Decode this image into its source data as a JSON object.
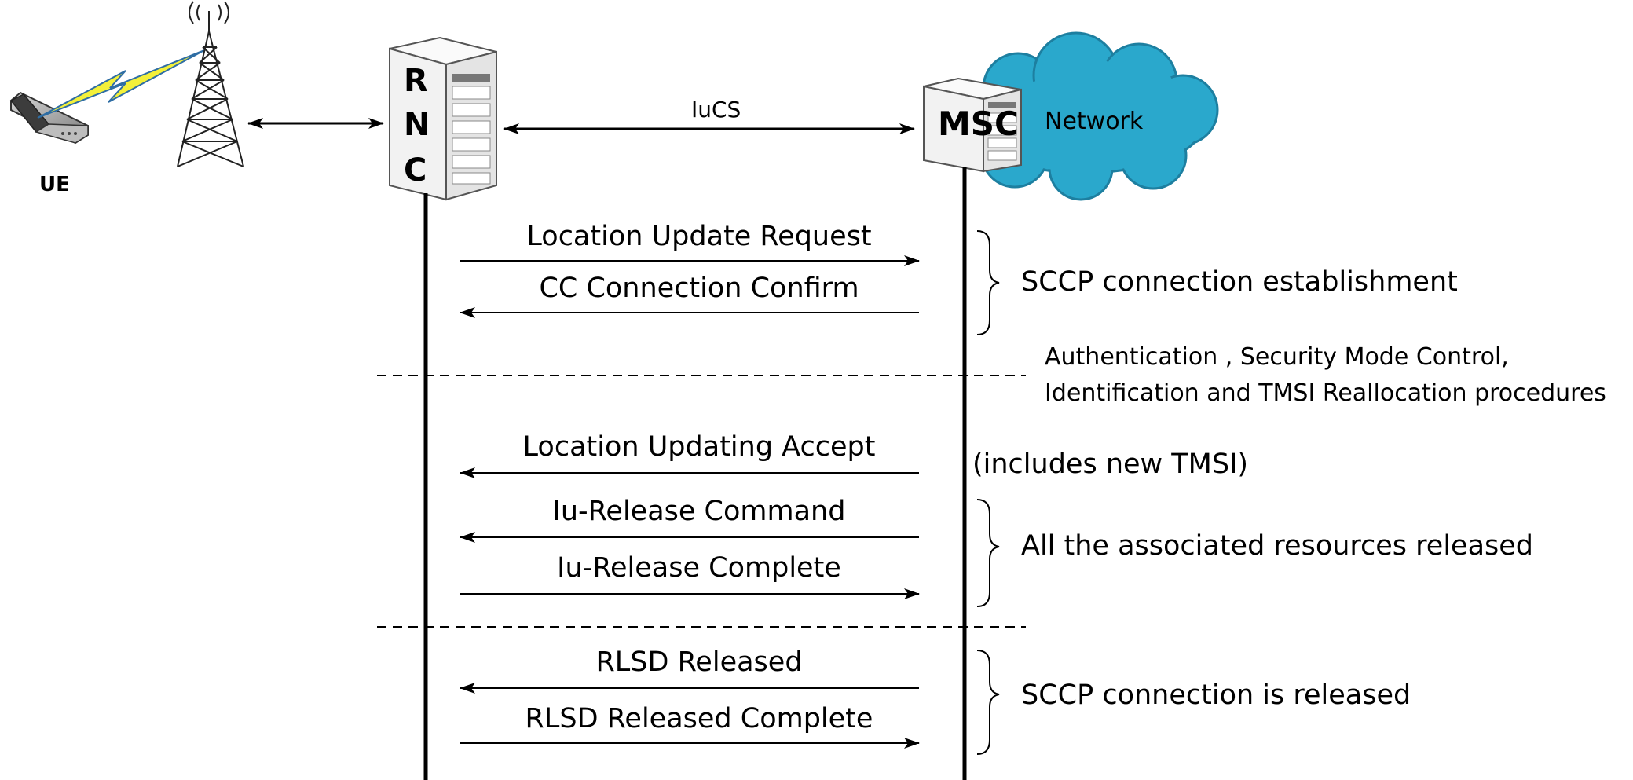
{
  "nodes": {
    "ue": "UE",
    "rnc": [
      "R",
      "N",
      "C"
    ],
    "msc": "MSC",
    "network": "Network",
    "iucs": "IuCS"
  },
  "messages": [
    {
      "label": "Location Update Request",
      "direction": "rnc-to-msc"
    },
    {
      "label": "CC Connection Confirm",
      "direction": "msc-to-rnc"
    },
    {
      "label": "Location Updating Accept",
      "direction": "msc-to-rnc"
    },
    {
      "label": "Iu-Release Command",
      "direction": "msc-to-rnc"
    },
    {
      "label": "Iu-Release Complete",
      "direction": "rnc-to-msc"
    },
    {
      "label": "RLSD Released",
      "direction": "msc-to-rnc"
    },
    {
      "label": "RLSD Released Complete",
      "direction": "rnc-to-msc"
    }
  ],
  "annotations": {
    "sccp_establishment": "SCCP connection establishment",
    "procedures_line1": "Authentication , Security Mode Control,",
    "procedures_line2": "Identification and TMSI Reallocation procedures",
    "new_tmsi": "(includes new TMSI)",
    "resources_released": "All the associated resources released",
    "sccp_released": "SCCP connection is released"
  },
  "colors": {
    "cloud": "#2aa8cc",
    "lightning": "#f3f03a",
    "server": "#eeeeee",
    "line": "#000000"
  }
}
